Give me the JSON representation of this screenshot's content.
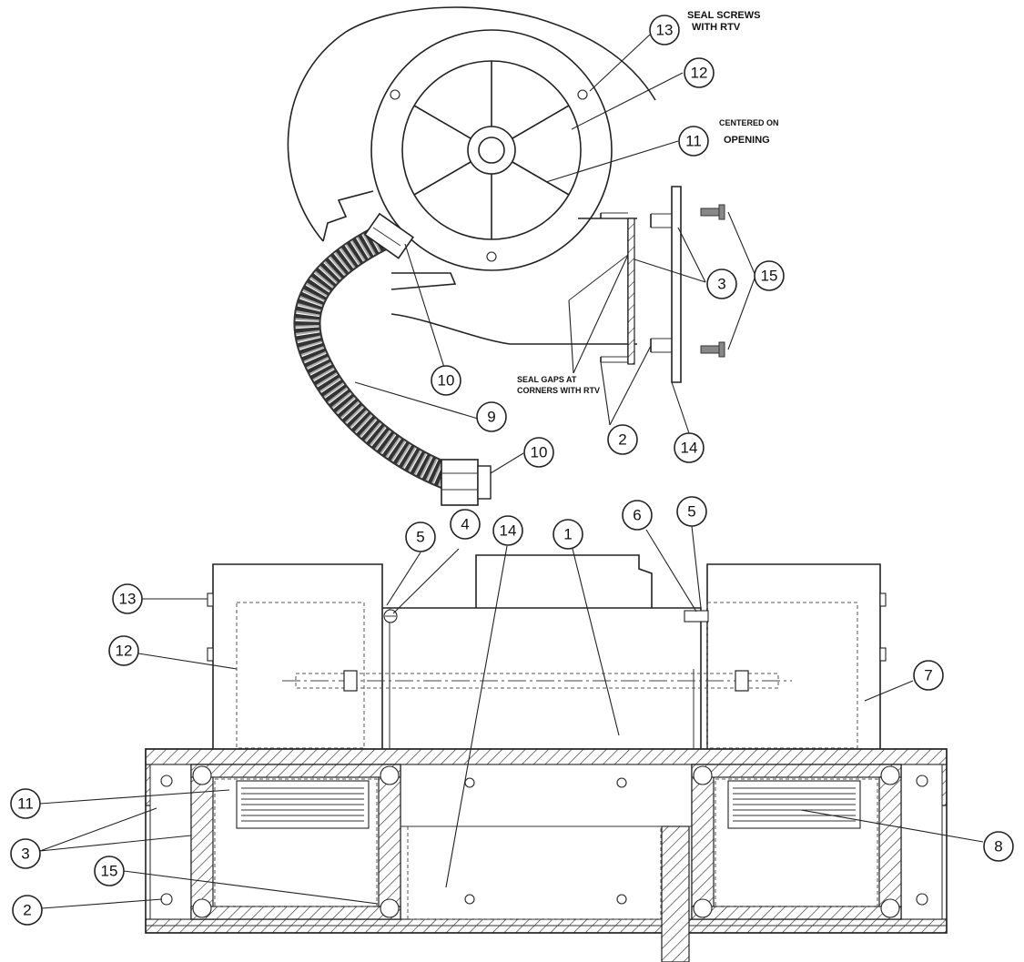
{
  "notes": {
    "seal_screws_line1": "SEAL SCREWS",
    "seal_screws_line2": "WITH RTV",
    "centered_line1": "CENTERED ON",
    "centered_line2": "OPENING",
    "seal_gaps_line1": "SEAL GAPS AT",
    "seal_gaps_line2": "CORNERS WITH RTV"
  },
  "balloons_upper": {
    "b13": "13",
    "b12": "12",
    "b11": "11",
    "b3": "3",
    "b15": "15",
    "b10a": "10",
    "b9": "9",
    "b2": "2",
    "b14": "14",
    "b10b": "10"
  },
  "balloons_lower": {
    "b5a": "5",
    "b4": "4",
    "b14": "14",
    "b1": "1",
    "b6": "6",
    "b5b": "5",
    "b13": "13",
    "b12": "12",
    "b7": "7",
    "b11": "11",
    "b3": "3",
    "b8": "8",
    "b15": "15",
    "b2": "2"
  },
  "colors": {
    "line": "#222222",
    "background": "#ffffff"
  }
}
